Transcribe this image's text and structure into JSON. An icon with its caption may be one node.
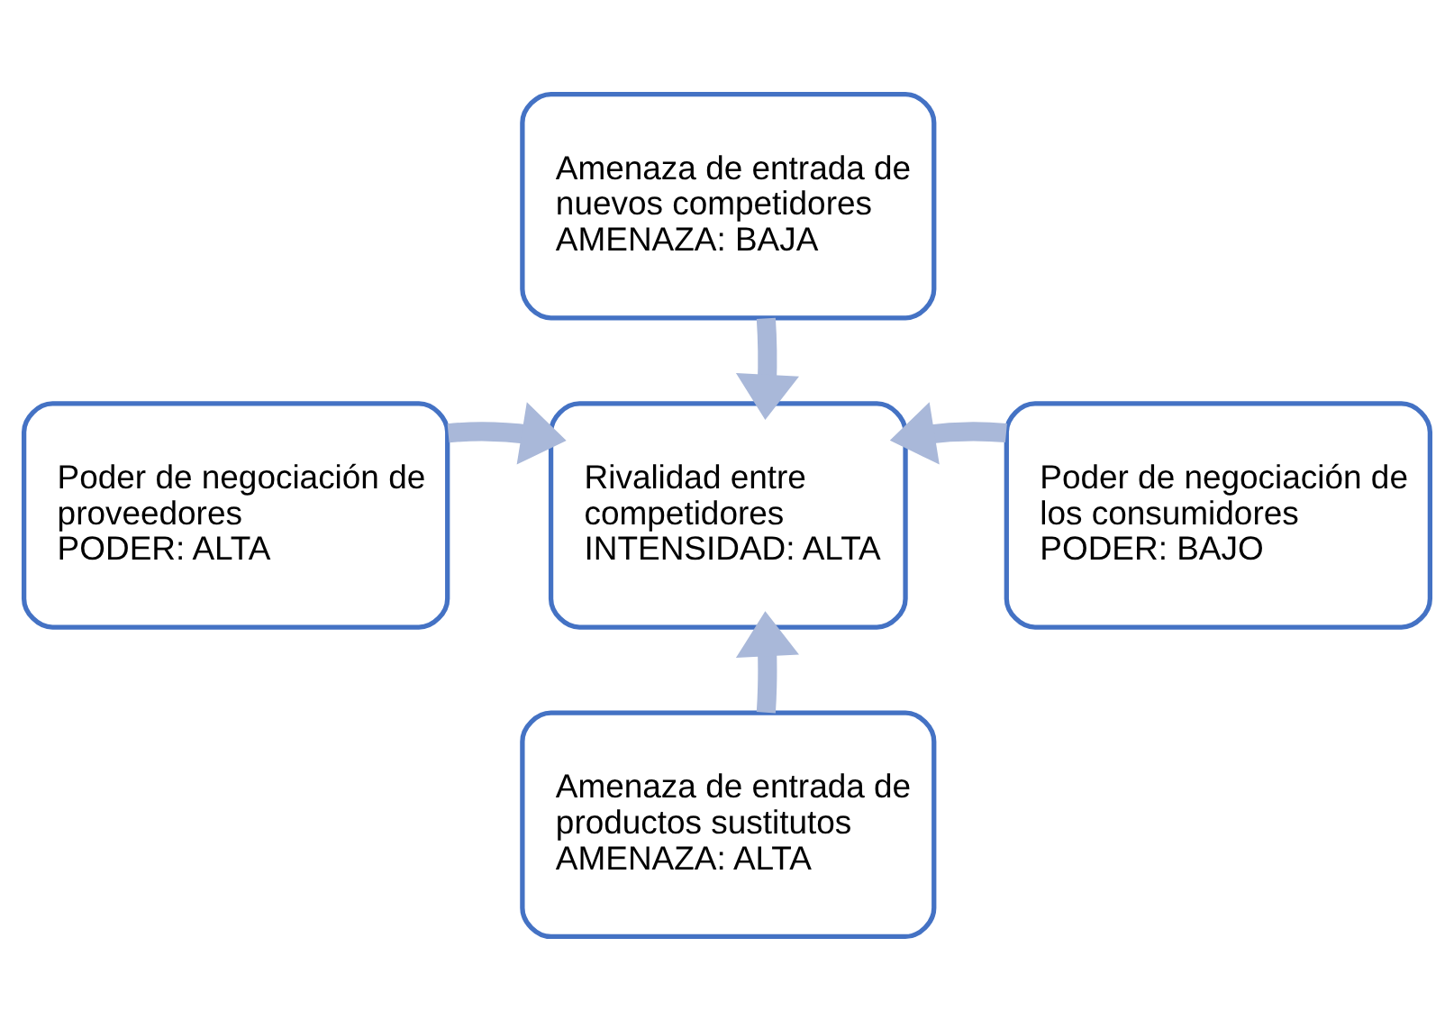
{
  "diagram": {
    "nodes": [
      {
        "text": [
          "Amenaza de entrada de nuevos competidores",
          "AMENAZA: BAJA"
        ]
      },
      {
        "text": [
          "Poder de negociación de proveedores",
          "PODER: ALTA"
        ]
      },
      {
        "text": [
          "Rivalidad entre competidores",
          "INTENSIDAD: ALTA"
        ]
      },
      {
        "text": [
          "Poder de negociación de los consumidores",
          "PODER: BAJO"
        ]
      },
      {
        "text": [
          "Amenaza de entrada de productos sustitutos",
          "AMENAZA: ALTA"
        ]
      }
    ],
    "edges": [
      {
        "from": 0,
        "to": 2,
        "arrow": "to"
      },
      {
        "from": 1,
        "to": 2,
        "arrow": "to"
      },
      {
        "from": 3,
        "to": 2,
        "arrow": "to"
      },
      {
        "from": 4,
        "to": 2,
        "arrow": "to"
      }
    ]
  }
}
